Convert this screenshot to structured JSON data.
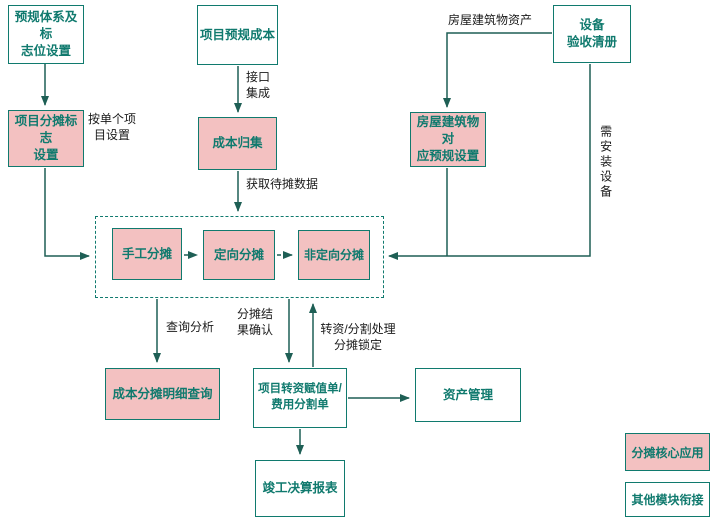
{
  "colors": {
    "teal_border": "#107a6e",
    "teal_text": "#107a6e",
    "pink_fill": "#f3c1c1",
    "white_fill": "#ffffff",
    "arrow": "#1e5f55",
    "label_text": "#1a1a1a"
  },
  "nodes": {
    "prebudget_system_flag_setup": {
      "label": "预规体系及标\n志位设置",
      "style": "other"
    },
    "project_prebudget_cost": {
      "label": "项目预规成本",
      "style": "other"
    },
    "equipment_acceptance_list": {
      "label": "设备\n验收清册",
      "style": "other"
    },
    "project_allocation_flag_setup": {
      "label": "项目分摊标志\n设置",
      "style": "core"
    },
    "cost_collection": {
      "label": "成本归集",
      "style": "core"
    },
    "building_prebudget_mapping": {
      "label": "房屋建筑物对\n应预规设置",
      "style": "core"
    },
    "manual_allocation": {
      "label": "手工分摊",
      "style": "core"
    },
    "directed_allocation": {
      "label": "定向分摊",
      "style": "core"
    },
    "undirected_allocation": {
      "label": "非定向分摊",
      "style": "core"
    },
    "allocation_detail_query": {
      "label": "成本分摊明细查询",
      "style": "core"
    },
    "transfer_valuation_slip": {
      "label": "项目转资赋值单/\n费用分割单",
      "style": "other"
    },
    "asset_management": {
      "label": "资产管理",
      "style": "other"
    },
    "completion_settlement_report": {
      "label": "竣工决算报表",
      "style": "other"
    }
  },
  "edge_labels": {
    "per_project_setup": "按单个项\n目设置",
    "interface_integration": "接口\n集成",
    "building_asset": "房屋建筑物资产",
    "fetch_pending_data": "获取待摊数据",
    "need_install_equipment": "需安装设备",
    "query_analysis": "查询分析",
    "allocation_result_confirm": "分摊结\n果确认",
    "transfer_split_lock": "转资/分割处理\n分摊锁定"
  },
  "legend": {
    "core_app": "分摊核心应用",
    "other_module": "其他模块衔接"
  }
}
